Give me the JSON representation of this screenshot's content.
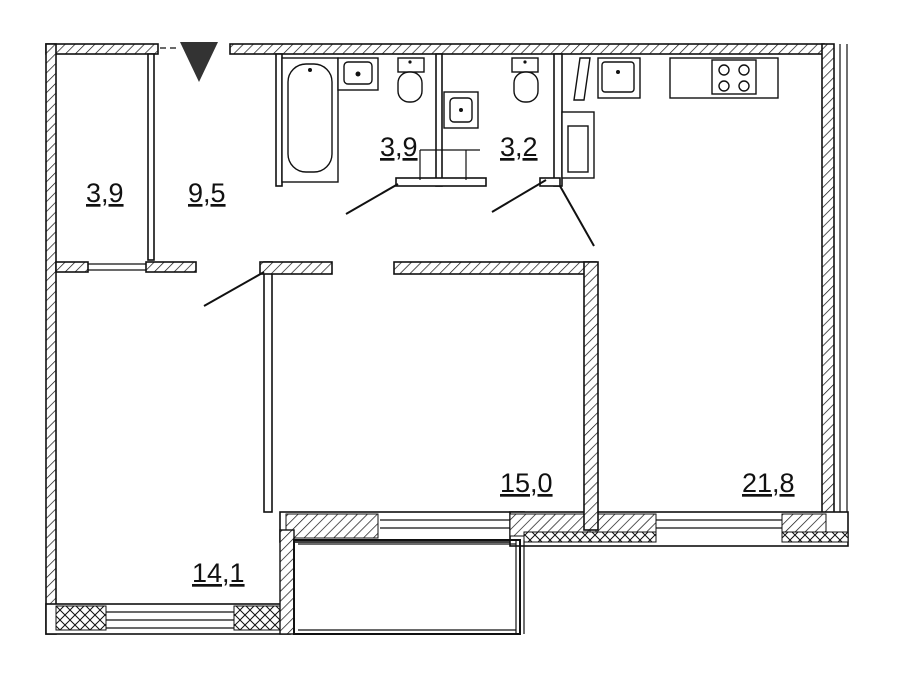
{
  "rooms": [
    {
      "id": "storage",
      "area": "3,9"
    },
    {
      "id": "hallway",
      "area": "9,5"
    },
    {
      "id": "bathroom",
      "area": "3,9"
    },
    {
      "id": "toilet",
      "area": "3,2"
    },
    {
      "id": "bedroom-middle",
      "area": "15,0"
    },
    {
      "id": "living-kitchen",
      "area": "21,8"
    },
    {
      "id": "bedroom-left",
      "area": "14,1"
    }
  ],
  "icons": {
    "entrance": "entrance-triangle-icon",
    "bathtub": "bathtub-icon",
    "sink": "sink-icon",
    "toilet": "toilet-icon",
    "stove": "stove-icon",
    "fridge": "fridge-icon"
  },
  "colors": {
    "line": "#111111",
    "background": "#ffffff"
  }
}
